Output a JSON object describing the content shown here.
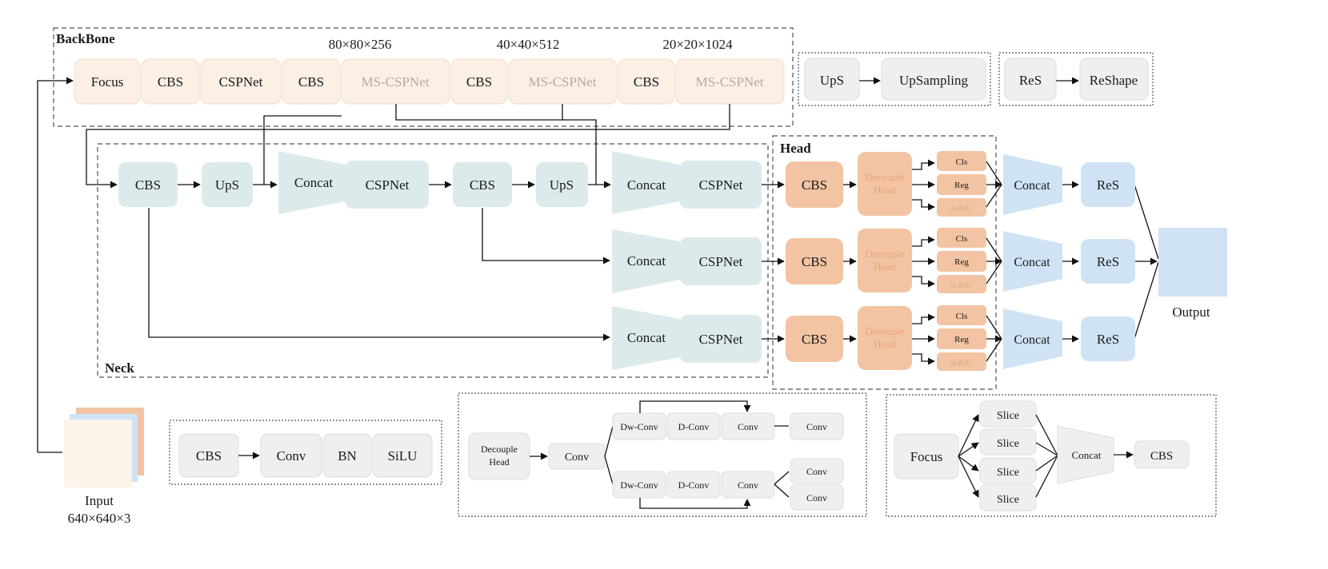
{
  "palette": {
    "backbone_fill": "#fcefe4",
    "neck_fill": "#ddeaec",
    "head_fill": "#f2c4a3",
    "head_blue": "#cfe3f4",
    "gray_fill": "#efefef",
    "output_fill": "#cfe3f4"
  },
  "backbone": {
    "title": "BackBone",
    "blocks": [
      "Focus",
      "CBS",
      "CSPNet",
      "CBS",
      "MS-CSPNet",
      "CBS",
      "MS-CSPNet",
      "CBS",
      "MS-CSPNet"
    ],
    "dims": [
      "80×80×256",
      "40×40×512",
      "20×20×1024"
    ]
  },
  "legend_ups": {
    "abbr": "UpS",
    "full": "UpSampling"
  },
  "legend_res": {
    "abbr": "ReS",
    "full": "ReShape"
  },
  "neck": {
    "title": "Neck",
    "top_row": [
      "CBS",
      "UpS",
      "Concat",
      "CSPNet",
      "CBS",
      "UpS",
      "Concat",
      "CSPNet"
    ],
    "mid_row": [
      "Concat",
      "CSPNet"
    ],
    "bottom_row": [
      "Concat",
      "CSPNet"
    ]
  },
  "head": {
    "title": "Head",
    "cbs": "CBS",
    "decouple": [
      "Decouple",
      "Head"
    ],
    "outputs": [
      "Cls",
      "Reg",
      "α-IoU"
    ],
    "concat": "Concat",
    "reshape": "ReS"
  },
  "output": {
    "label": "Output"
  },
  "input": {
    "label": "Input",
    "dims": "640×640×3"
  },
  "cbs_legend": [
    "CBS",
    "Conv",
    "BN",
    "SiLU"
  ],
  "decouple_legend": {
    "source": [
      "Decouple",
      "Head"
    ],
    "conv": "Conv",
    "top_branch": [
      "Dw-Conv",
      "D-Conv",
      "Conv",
      "Conv"
    ],
    "bottom_branch": [
      "Dw-Conv",
      "D-Conv",
      "Conv"
    ],
    "bottom_outputs": [
      "Conv",
      "Conv"
    ]
  },
  "focus_legend": {
    "source": "Focus",
    "slices": [
      "Slice",
      "Slice",
      "Slice",
      "Slice"
    ],
    "concat": "Concat",
    "target": "CBS"
  }
}
